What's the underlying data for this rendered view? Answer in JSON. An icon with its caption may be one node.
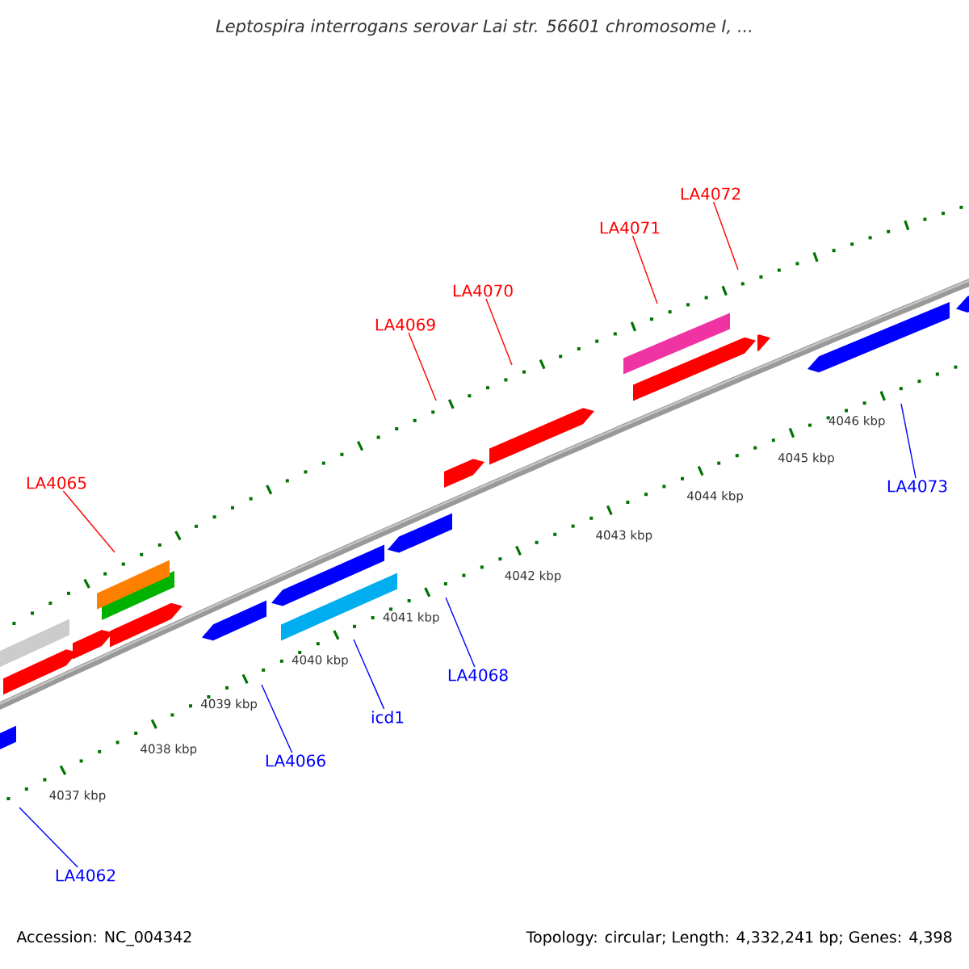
{
  "diagram": {
    "title": "Leptospira interrogans serovar Lai str. 56601 chromosome I, ...",
    "nodes": [
      {
        "text": [
          "LA4072"
        ]
      },
      {
        "text": [
          "LA4071"
        ]
      },
      {
        "text": [
          "LA4070"
        ]
      },
      {
        "text": [
          "LA4069"
        ]
      },
      {
        "text": [
          "LA4065"
        ]
      },
      {
        "text": [
          "LA4073"
        ]
      },
      {
        "text": [
          "LA4068"
        ]
      },
      {
        "text": [
          "icd1"
        ]
      },
      {
        "text": [
          "LA4066"
        ]
      },
      {
        "text": [
          "LA4062"
        ]
      }
    ],
    "edges": [
      {
        "from": 0,
        "to": null,
        "arrow": "none",
        "color": "#ff0000"
      },
      {
        "from": 1,
        "to": null,
        "arrow": "none",
        "color": "#ff0000"
      },
      {
        "from": 2,
        "to": null,
        "arrow": "none",
        "color": "#ff0000"
      },
      {
        "from": 3,
        "to": null,
        "arrow": "none",
        "color": "#ff0000"
      },
      {
        "from": 4,
        "to": null,
        "arrow": "none",
        "color": "#ff0000"
      },
      {
        "from": 5,
        "to": null,
        "arrow": "none",
        "color": "#0000ff"
      },
      {
        "from": 6,
        "to": null,
        "arrow": "none",
        "color": "#0000ff"
      },
      {
        "from": 7,
        "to": null,
        "arrow": "none",
        "color": "#0000ff"
      },
      {
        "from": 8,
        "to": null,
        "arrow": "none",
        "color": "#0000ff"
      },
      {
        "from": 9,
        "to": null,
        "arrow": "none",
        "color": "#0000ff"
      }
    ],
    "labels": [
      "4037 kbp",
      "4038 kbp",
      "4039 kbp",
      "4040 kbp",
      "4041 kbp",
      "4042 kbp",
      "4043 kbp",
      "4044 kbp",
      "4045 kbp",
      "4046 kbp",
      "Accession: NC_004342",
      "Topology: circular; Length: 4,332,241 bp; Genes: 4,398"
    ]
  }
}
